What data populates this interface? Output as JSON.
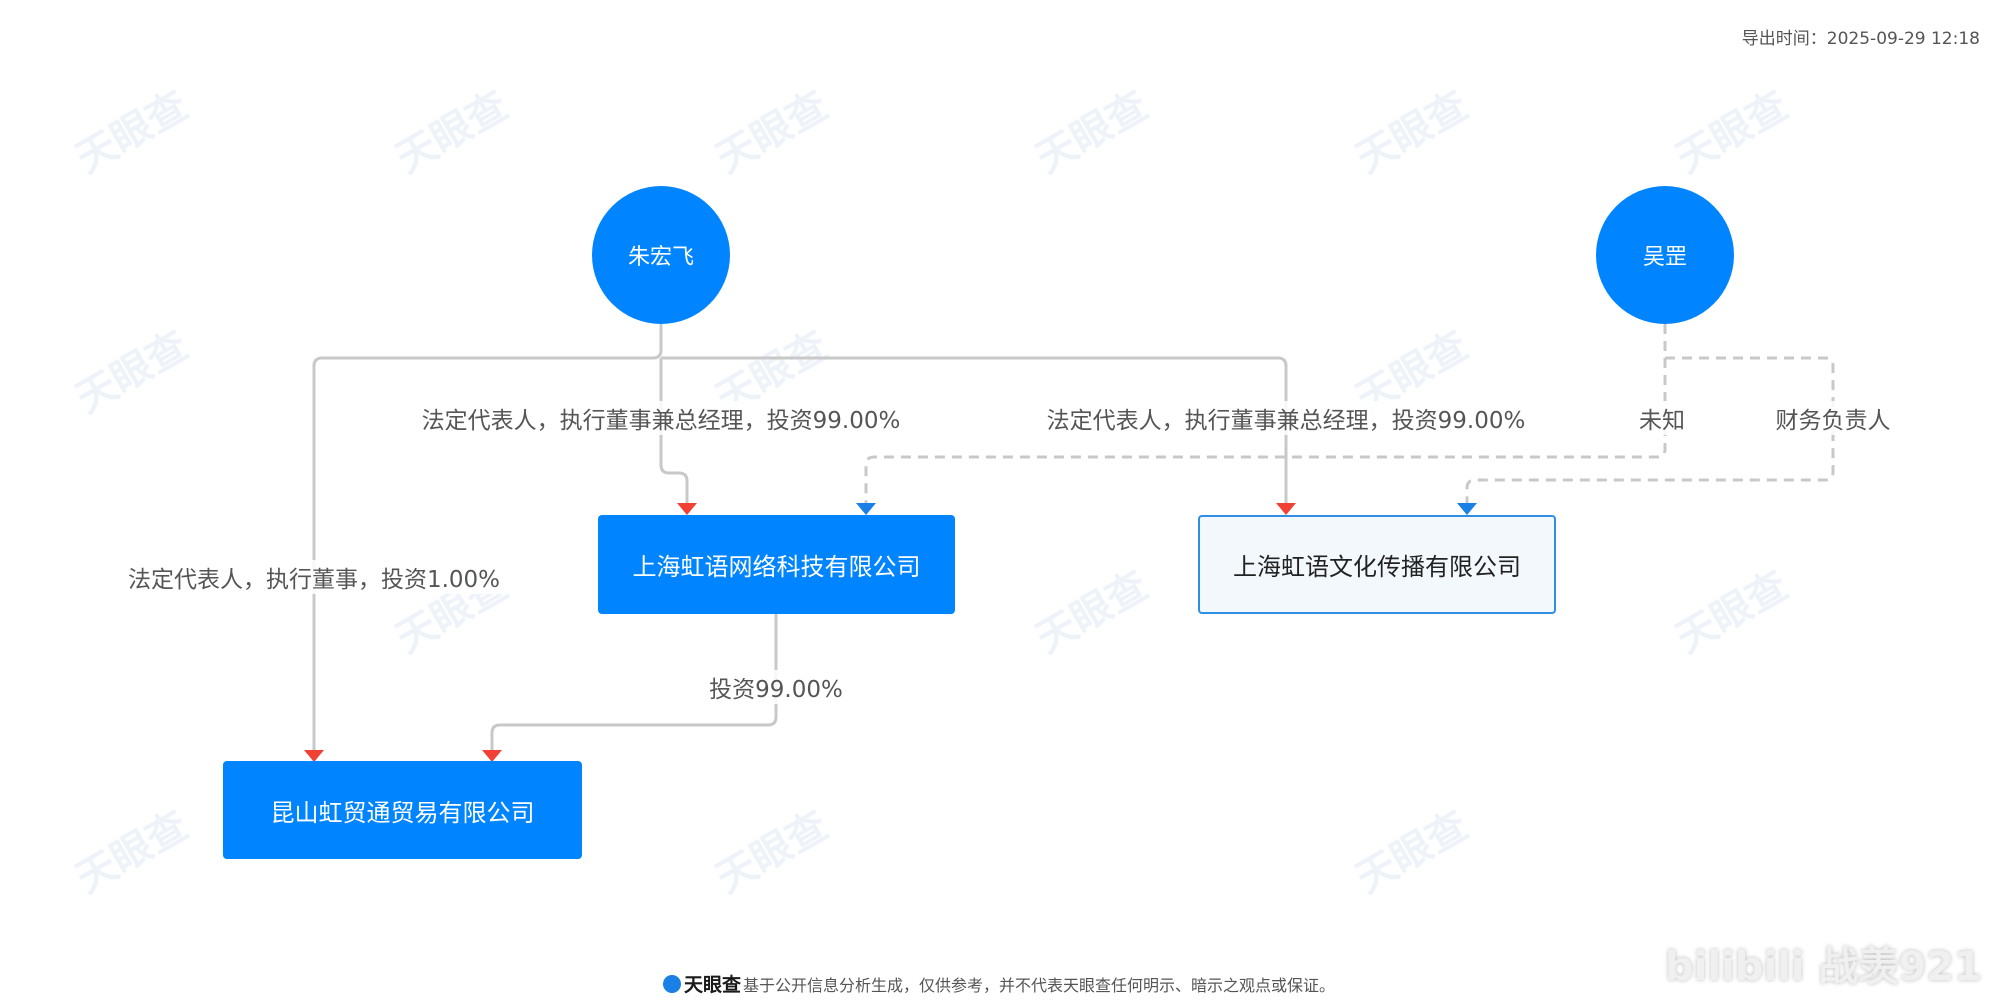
{
  "header": {
    "export_time": "导出时间：2025-09-29 12:18"
  },
  "colors": {
    "node_blue": "#0084ff",
    "arrow_red": "#f04134",
    "arrow_blue": "#1a7fe6",
    "edge_gray": "#c8c8c8"
  },
  "persons": [
    {
      "name": "朱宏飞"
    },
    {
      "name": "吴罡"
    }
  ],
  "companies": [
    {
      "name": "上海虹语网络科技有限公司"
    },
    {
      "name": "上海虹语文化传播有限公司"
    },
    {
      "name": "昆山虹贸通贸易有限公司"
    }
  ],
  "edges": [
    {
      "from": "朱宏飞",
      "to": "上海虹语网络科技有限公司",
      "label": "法定代表人，执行董事兼总经理，投资99.00%"
    },
    {
      "from": "朱宏飞",
      "to": "上海虹语文化传播有限公司",
      "label": "法定代表人，执行董事兼总经理，投资99.00%"
    },
    {
      "from": "朱宏飞",
      "to": "昆山虹贸通贸易有限公司",
      "label": "法定代表人，执行董事，投资1.00%"
    },
    {
      "from": "上海虹语网络科技有限公司",
      "to": "昆山虹贸通贸易有限公司",
      "label": "投资99.00%"
    },
    {
      "from": "吴罡",
      "to": "上海虹语网络科技有限公司",
      "label": "未知"
    },
    {
      "from": "吴罡",
      "to": "上海虹语文化传播有限公司",
      "label": "财务负责人"
    }
  ],
  "footer": {
    "brand": "天眼查",
    "disclaimer": "基于公开信息分析生成，仅供参考，并不代表天眼查任何明示、暗示之观点或保证。"
  },
  "watermark": {
    "brand": "天眼查",
    "overlay": "bilibili 战羡921"
  }
}
